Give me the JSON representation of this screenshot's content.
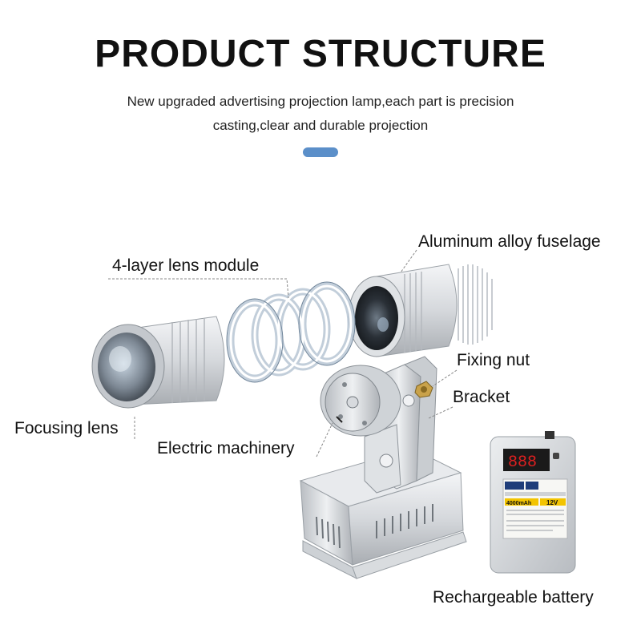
{
  "header": {
    "title": "PRODUCT STRUCTURE",
    "subtitle_line1": "New upgraded advertising projection lamp,each part is precision",
    "subtitle_line2": "casting,clear and durable projection",
    "accent_color": "#5b8fc9"
  },
  "callouts": {
    "aluminum_fuselage": "Aluminum alloy fuselage",
    "lens_module": "4-layer lens module",
    "fixing_nut": "Fixing nut",
    "bracket": "Bracket",
    "focusing_lens": "Focusing lens",
    "electric_machinery": "Electric machinery",
    "battery": "Rechargeable battery"
  },
  "battery_panel": {
    "capacity": "4000mAh",
    "voltage": "12V"
  }
}
